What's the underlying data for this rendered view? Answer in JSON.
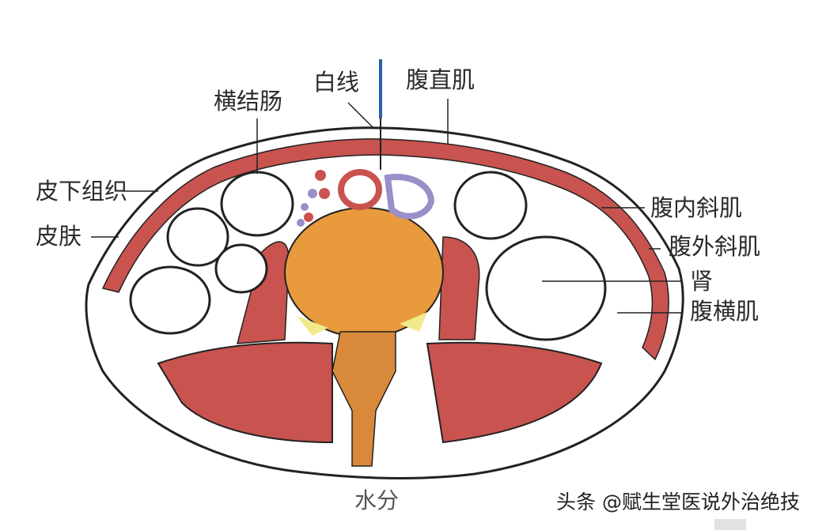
{
  "labels": {
    "transverse_colon": "横结肠",
    "linea_alba": "白线",
    "rectus_abdominis": "腹直肌",
    "subcutaneous": "皮下组织",
    "skin": "皮肤",
    "internal_oblique": "腹内斜肌",
    "external_oblique": "腹外斜肌",
    "kidney": "肾",
    "transversus_abdominis": "腹横肌"
  },
  "caption": "水分",
  "watermark": "头条 @赋生堂医说外治绝技",
  "colors": {
    "muscle": "#c8534f",
    "vertebra": "#e89a3c",
    "vessel_blue": "#9a8fc8",
    "vessel_red": "#c8534f",
    "needle": "#2a5fa8",
    "outline": "#222222",
    "fat_yellow": "#f2e98a"
  }
}
